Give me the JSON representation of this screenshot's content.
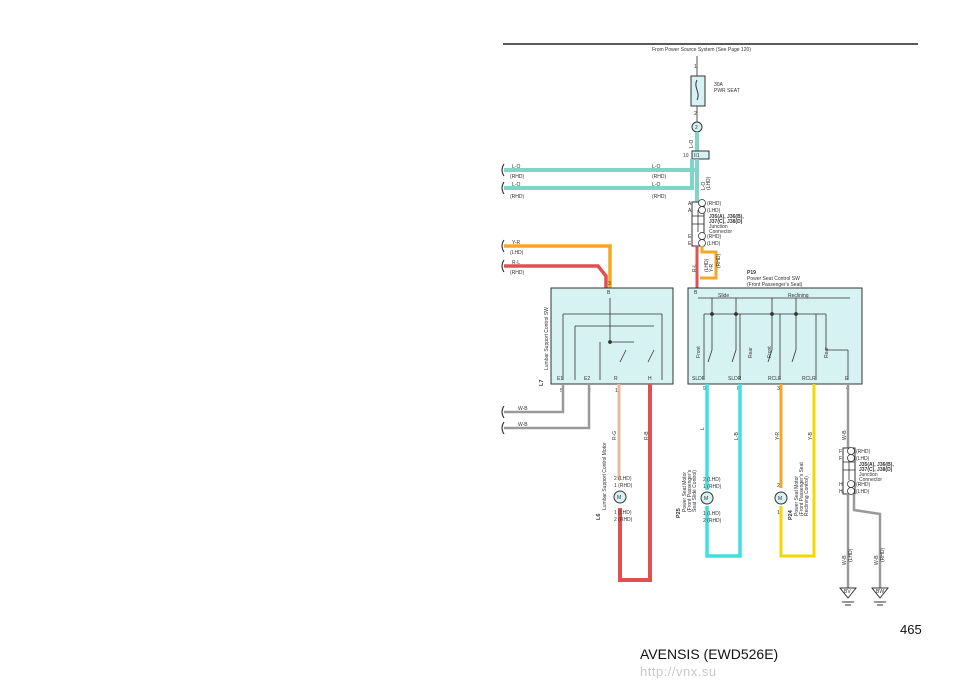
{
  "header": {
    "source": "From Power Source System (See Page 120)"
  },
  "fuse": {
    "pin_top": "1",
    "pin_bottom": "2",
    "rating": "30A",
    "name": "PWR SEAT"
  },
  "connector_2": "2",
  "ii1": {
    "pin": "10",
    "label": "II1"
  },
  "wires": {
    "lo": "L-O",
    "yr": "Y-R",
    "rl": "R-L",
    "wb": "W-B",
    "l": "L",
    "lb": "L-B",
    "rg": "R-G",
    "rb": "R-B",
    "yb": "Y-B"
  },
  "tags": {
    "rhd": "(RHD)",
    "lhd": "(LHD)"
  },
  "j_top": {
    "pins": [
      "A",
      "A",
      "E",
      "E"
    ],
    "name_1": "J35(A), J36(B),",
    "name_2": "J37(C), J38(D)",
    "desc_1": "Junction",
    "desc_2": "Connector"
  },
  "p19": {
    "code": "P19",
    "name_1": "Power Seat Control SW",
    "name_2": "(Front Passenger's Seat)"
  },
  "p19_pins": {
    "top": "B",
    "slide": "Slide",
    "reclining": "Reclining",
    "front": "Front",
    "rear": "Rear",
    "bottom": [
      "SLDF",
      "SLDR",
      "RCLF",
      "RCLR",
      "E"
    ],
    "numbers": [
      "9",
      "6",
      "3",
      "2",
      "4"
    ]
  },
  "l7": {
    "code": "L7",
    "name": "Lumbar Support Control SW",
    "top": "B",
    "bottom": [
      "E1",
      "E2",
      "R",
      "H"
    ],
    "numbers": [
      "5",
      "2",
      "1",
      "4"
    ],
    "top_num": "3"
  },
  "l6": {
    "code": "L6",
    "name": "Lumbar Support Control Motor",
    "pins": [
      "2 (LHD)",
      "1 (RHD)",
      "1 (LHD)",
      "2 (RHD)"
    ]
  },
  "p25": {
    "code": "P25",
    "name_1": "Power Seat Motor",
    "name_2": "(Front Passenger's",
    "name_3": "Seat Slide Control)",
    "pins": [
      "2 (LHD)",
      "1 (RHD)",
      "1 (LHD)",
      "2 (RHD)"
    ]
  },
  "p24": {
    "code": "P24",
    "name_1": "Power Seat Motor",
    "name_2": "(Front Passenger's Seat",
    "name_3": "Reclining Control)",
    "pins": [
      "2",
      "1"
    ]
  },
  "j_bot": {
    "pins": [
      "F",
      "F",
      "H",
      "H"
    ],
    "name_1": "J35(A), J36(B),",
    "name_2": "J37(C), J38(D)",
    "desc_1": "Junction",
    "desc_2": "Connector"
  },
  "grounds": [
    "BV",
    "BW"
  ],
  "motor": "M",
  "page": "465",
  "footer": "AVENSIS (EWD526E)",
  "watermark": "http://vnx.su"
}
